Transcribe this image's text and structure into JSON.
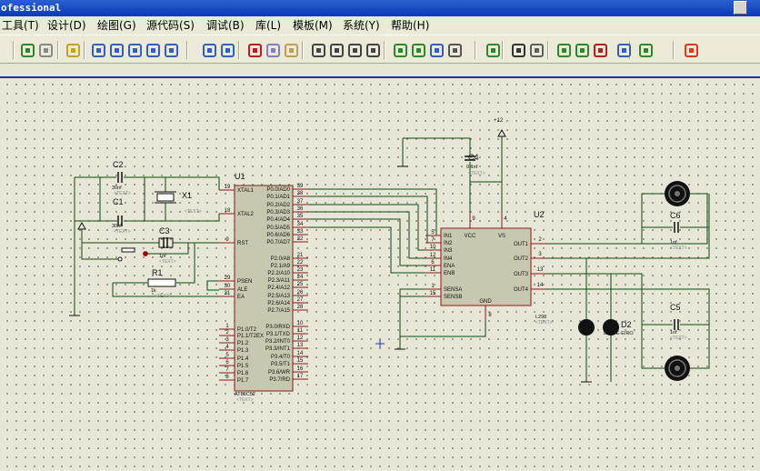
{
  "window": {
    "title": "ofessional"
  },
  "menu": [
    "工具(T)",
    "设计(D)",
    "绘图(G)",
    "源代码(S)",
    "调试(B)",
    "库(L)",
    "模板(M)",
    "系统(Y)",
    "帮助(H)"
  ],
  "toolbar_icons": [
    "refresh-icon",
    "grid-icon",
    "origin-icon",
    "pan-icon",
    "zoom-in-icon",
    "zoom-out-icon",
    "zoom-all-icon",
    "zoom-area-icon",
    "undo-icon",
    "redo-icon",
    "cut-icon",
    "copy-icon",
    "paste-icon",
    "block-copy-icon",
    "block-move-icon",
    "block-rotate-icon",
    "block-delete-icon",
    "pick-device-icon",
    "make-device-icon",
    "package-tool-icon",
    "decompose-icon",
    "wire-autoroute-icon",
    "search-icon",
    "property-tool-icon",
    "netlist-icon",
    "add-sheet-icon",
    "remove-sheet-icon",
    "bom-icon",
    "erc-icon",
    "ares-icon"
  ],
  "colors": {
    "wire": "#0c4a0c",
    "body": "#c8c8b0",
    "outline": "#8b1a1a",
    "pin": "#8b1a1a",
    "text": "#111111"
  },
  "schematic": {
    "u1": {
      "ref": "U1",
      "part": "AT89C52",
      "text": "<TEXT>",
      "left_pins": [
        {
          "num": "19",
          "name": "XTAL1"
        },
        {
          "num": "18",
          "name": "XTAL2"
        },
        {
          "num": "9",
          "name": "RST"
        },
        {
          "num": "29",
          "name": "PSEN"
        },
        {
          "num": "30",
          "name": "ALE"
        },
        {
          "num": "31",
          "name": "EA"
        },
        {
          "num": "1",
          "name": "P1.0/T2"
        },
        {
          "num": "2",
          "name": "P1.1/T2EX"
        },
        {
          "num": "3",
          "name": "P1.2"
        },
        {
          "num": "4",
          "name": "P1.3"
        },
        {
          "num": "5",
          "name": "P1.4"
        },
        {
          "num": "6",
          "name": "P1.5"
        },
        {
          "num": "7",
          "name": "P1.6"
        },
        {
          "num": "8",
          "name": "P1.7"
        }
      ],
      "right_pins": [
        {
          "num": "39",
          "name": "P0.0/AD0"
        },
        {
          "num": "38",
          "name": "P0.1/AD1"
        },
        {
          "num": "37",
          "name": "P0.2/AD2"
        },
        {
          "num": "36",
          "name": "P0.3/AD3"
        },
        {
          "num": "35",
          "name": "P0.4/AD4"
        },
        {
          "num": "34",
          "name": "P0.5/AD5"
        },
        {
          "num": "33",
          "name": "P0.6/AD6"
        },
        {
          "num": "32",
          "name": "P0.7/AD7"
        },
        {
          "num": "21",
          "name": "P2.0/A8"
        },
        {
          "num": "22",
          "name": "P2.1/A9"
        },
        {
          "num": "23",
          "name": "P2.2/A10"
        },
        {
          "num": "24",
          "name": "P2.3/A11"
        },
        {
          "num": "25",
          "name": "P2.4/A12"
        },
        {
          "num": "26",
          "name": "P2.5/A13"
        },
        {
          "num": "27",
          "name": "P2.6/A14"
        },
        {
          "num": "28",
          "name": "P2.7/A15"
        },
        {
          "num": "10",
          "name": "P3.0/RXD"
        },
        {
          "num": "11",
          "name": "P3.1/TXD"
        },
        {
          "num": "12",
          "name": "P3.2/INT0"
        },
        {
          "num": "13",
          "name": "P3.3/INT1"
        },
        {
          "num": "14",
          "name": "P3.4/T0"
        },
        {
          "num": "15",
          "name": "P3.5/T1"
        },
        {
          "num": "16",
          "name": "P3.6/WR"
        },
        {
          "num": "17",
          "name": "P3.7/RD"
        }
      ]
    },
    "u2": {
      "ref": "U2",
      "part": "L298",
      "text": "<TEXT>",
      "left_pins": [
        {
          "num": "5",
          "name": "IN1"
        },
        {
          "num": "7",
          "name": "IN2"
        },
        {
          "num": "10",
          "name": "IN3"
        },
        {
          "num": "12",
          "name": "IN4"
        },
        {
          "num": "6",
          "name": "ENA"
        },
        {
          "num": "11",
          "name": "ENB"
        },
        {
          "num": "1",
          "name": "SENSA"
        },
        {
          "num": "15",
          "name": "SENSB"
        }
      ],
      "right_pins": [
        {
          "num": "2",
          "name": "OUT1"
        },
        {
          "num": "3",
          "name": "OUT2"
        },
        {
          "num": "13",
          "name": "OUT3"
        },
        {
          "num": "14",
          "name": "OUT4"
        }
      ],
      "top_pins": [
        {
          "num": "9",
          "name": "VCC"
        },
        {
          "num": "4",
          "name": "VS"
        }
      ],
      "bottom_pin": {
        "num": "8",
        "name": "GND"
      }
    },
    "c1": {
      "ref": "C1",
      "value": "30nf",
      "text": "<TEXT>"
    },
    "c2": {
      "ref": "C2",
      "value": "30nf",
      "text": "<TEXT>"
    },
    "c3": {
      "ref": "C3",
      "value": "1nf",
      "text": "<TEXT>"
    },
    "c4": {
      "ref": "C4",
      "value": "0.1nf",
      "text": "<TEXT>"
    },
    "c5": {
      "ref": "C5",
      "value": "1nf",
      "text": "<TEXT>"
    },
    "c6": {
      "ref": "C6",
      "value": "1nf",
      "text": "<TEXT>"
    },
    "r1": {
      "ref": "R1",
      "value": "1k",
      "text": "<TEXT>"
    },
    "x1": {
      "ref": "X1",
      "text": "<TEXT>"
    },
    "d2": {
      "ref": "D2",
      "part": "DIODE-EIRO"
    },
    "power": {
      "label": "+12"
    }
  }
}
